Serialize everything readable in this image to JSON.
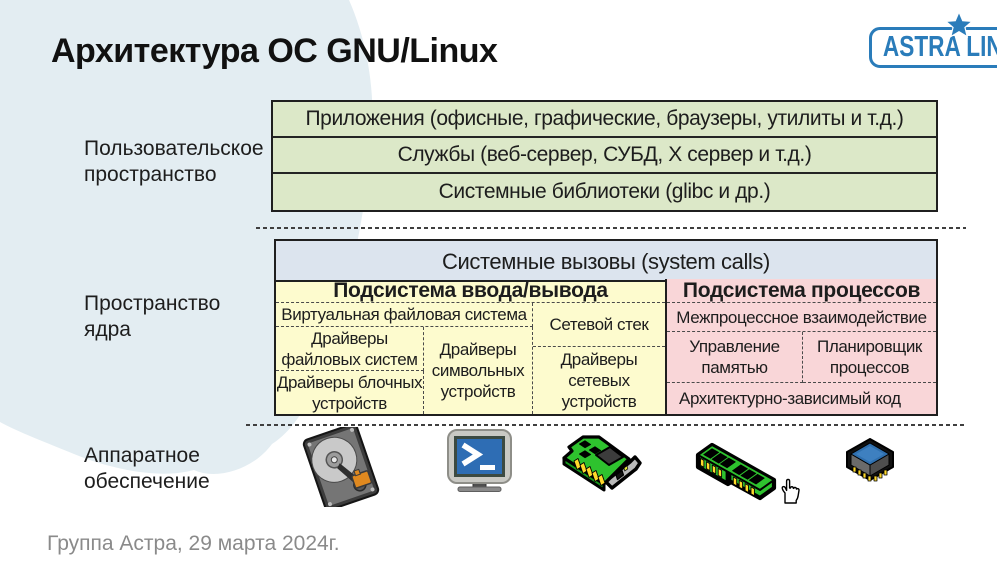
{
  "slide": {
    "title": "Архитектура ОС GNU/Linux",
    "footer": "Группа Астра, 29 марта 2024г.",
    "logo": {
      "text": "ASTRA LINUX"
    },
    "zone_labels": {
      "user_space": "Пользовательское пространство",
      "kernel_space": "Пространство ядра",
      "hardware": "Аппаратное обеспечение"
    },
    "user_space_rows": [
      "Приложения (офисные, графические, браузеры, утилиты и т.д.)",
      "Службы (веб-сервер, СУБД, X сервер и т.д.)",
      "Системные библиотеки (glibc и др.)"
    ],
    "kernel": {
      "syscalls": "Системные вызовы (system calls)",
      "io_subsystem": {
        "title": "Подсистема ввода/вывода",
        "vfs": "Виртуальная файловая система",
        "net_stack": "Сетевой стек",
        "fs_drivers": "Драйверы файловых систем",
        "block_drivers": "Драйверы блочных устройств",
        "char_drivers": "Драйверы символьных устройств",
        "net_drivers": "Драйверы сетевых устройств"
      },
      "process_subsystem": {
        "title": "Подсистема процессов",
        "ipc": "Межпроцессное взаимодействие",
        "memory": "Управление памятью",
        "scheduler": "Планировщик процессов",
        "arch_code": "Архитектурно-зависимый код"
      }
    },
    "hardware_icons": [
      {
        "name": "hard-disk"
      },
      {
        "name": "terminal-monitor"
      },
      {
        "name": "network-card"
      },
      {
        "name": "ram-module"
      },
      {
        "name": "cpu-chip"
      }
    ],
    "colors": {
      "background_blob": "#e3edf2",
      "user_space_fill": "#dce8c8",
      "syscalls_fill": "#dce4ee",
      "io_fill": "#fdfbce",
      "process_fill": "#f9d6d8",
      "logo_blue": "#2a7cba",
      "footer_gray": "#8a8a8a"
    }
  }
}
